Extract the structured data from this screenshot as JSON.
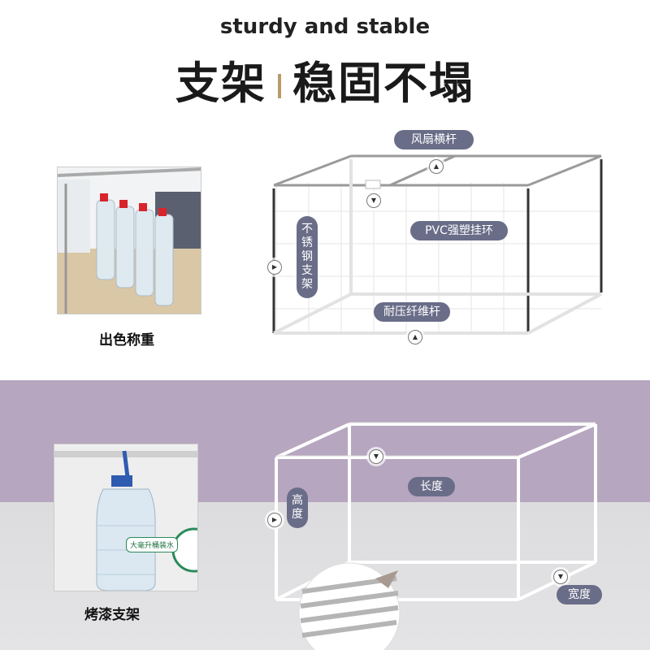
{
  "header": {
    "subtitle": "sturdy and stable",
    "title_left": "支架",
    "title_right": "稳固不塌"
  },
  "top_section": {
    "photo_caption": "出色称重",
    "labels": {
      "fan_bar": "风扇横杆",
      "pvc_ring": "PVC强塑挂环",
      "steel_frame": "不锈钢支架",
      "fiber_bar": "耐压纤维杆"
    }
  },
  "bottom_section": {
    "photo_caption": "烤漆支架",
    "photo_tag": "大毫升桶装水",
    "labels": {
      "length": "长度",
      "height": "高度",
      "width": "宽度"
    }
  },
  "colors": {
    "label_bg": "#6a6d88",
    "band": "#b7a6c0",
    "accent": "#b89a6a"
  },
  "icons": {
    "marker": "play-triangle-icon"
  }
}
